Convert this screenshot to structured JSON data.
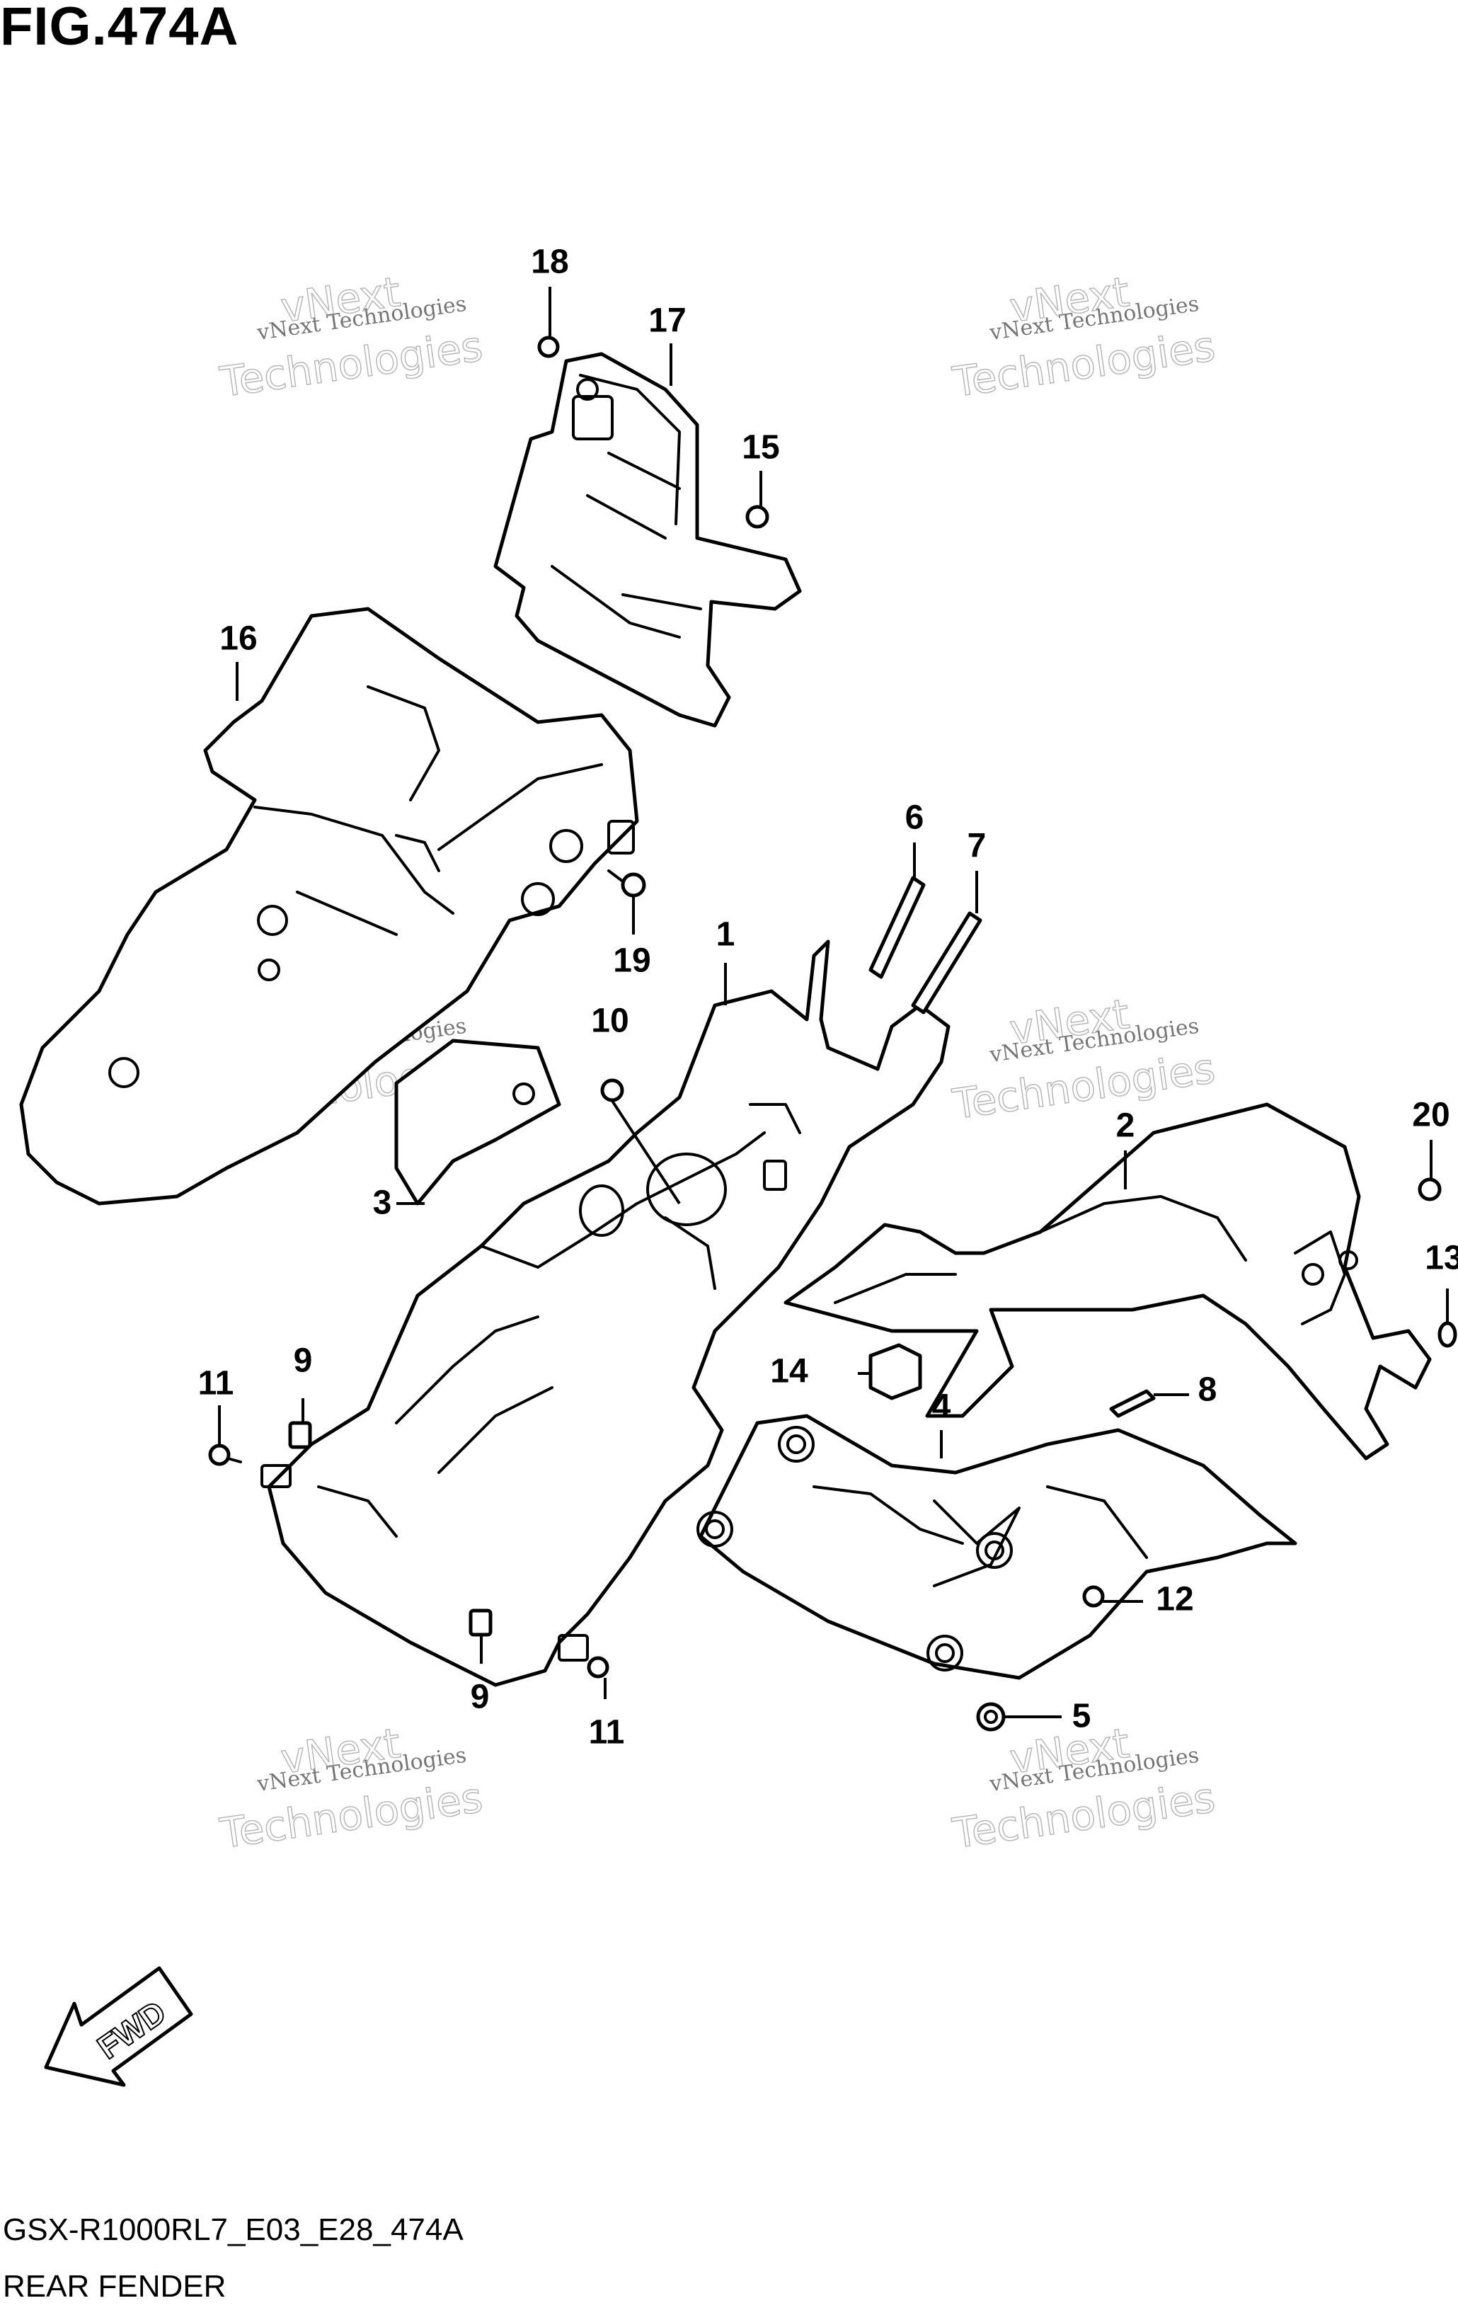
{
  "figure": {
    "title": "FIG.474A",
    "code": "GSX-R1000RL7_E03_E28_474A",
    "name": "REAR FENDER"
  },
  "watermark": {
    "line1": "vNext Technologies",
    "line2": "vNext",
    "line3": "Technologies"
  },
  "fwd_label": "FWD",
  "callouts": [
    "1",
    "2",
    "3",
    "4",
    "5",
    "6",
    "7",
    "8",
    "9",
    "9",
    "10",
    "11",
    "11",
    "12",
    "13",
    "14",
    "15",
    "16",
    "17",
    "18",
    "19",
    "20"
  ]
}
